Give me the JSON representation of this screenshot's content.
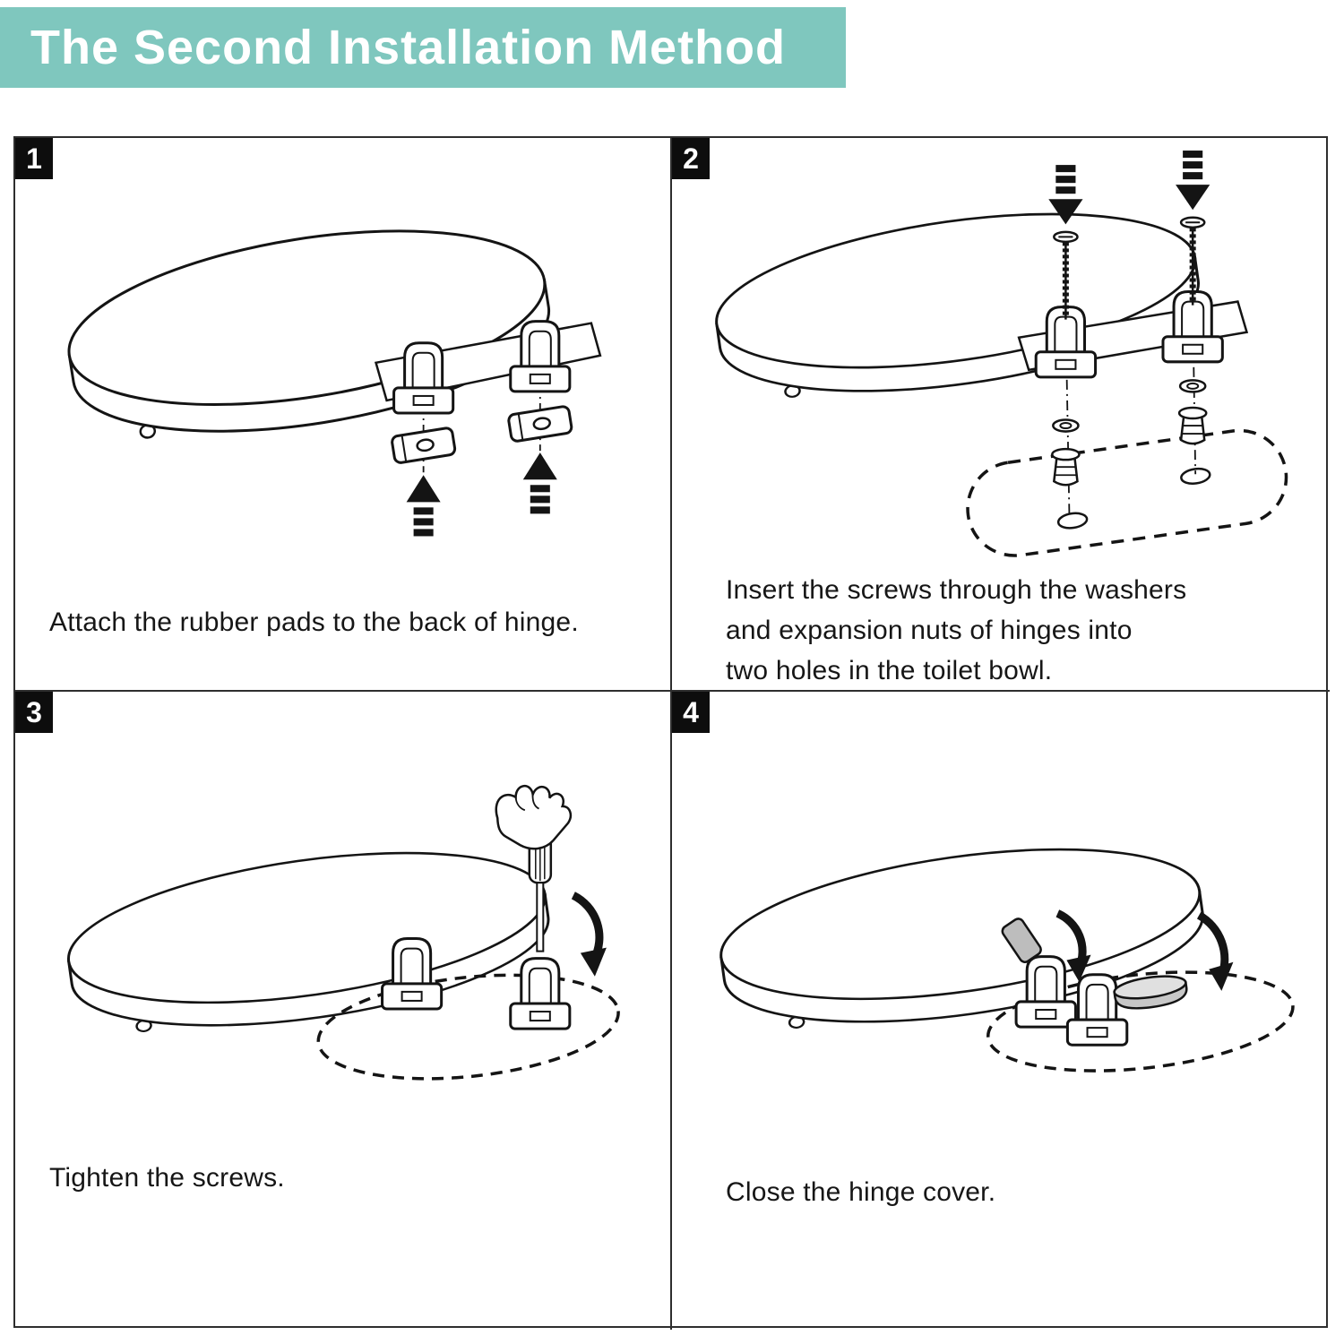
{
  "header": {
    "title": "The Second Installation Method",
    "bg_color": "#7fc7be",
    "text_color": "#ffffff"
  },
  "theme": {
    "line_color": "#141414",
    "border_color": "#2e2e2e",
    "badge_bg": "#0d0d0d",
    "cover_gray": "#c7c7c7"
  },
  "steps": [
    {
      "number": "1",
      "caption": "Attach the rubber pads to the back of hinge."
    },
    {
      "number": "2",
      "caption_lines": [
        "Insert the screws through the washers",
        "and expansion nuts of hinges into",
        "two holes in the toilet bowl."
      ]
    },
    {
      "number": "3",
      "caption": "Tighten the screws."
    },
    {
      "number": "4",
      "caption": "Close the hinge cover."
    }
  ]
}
